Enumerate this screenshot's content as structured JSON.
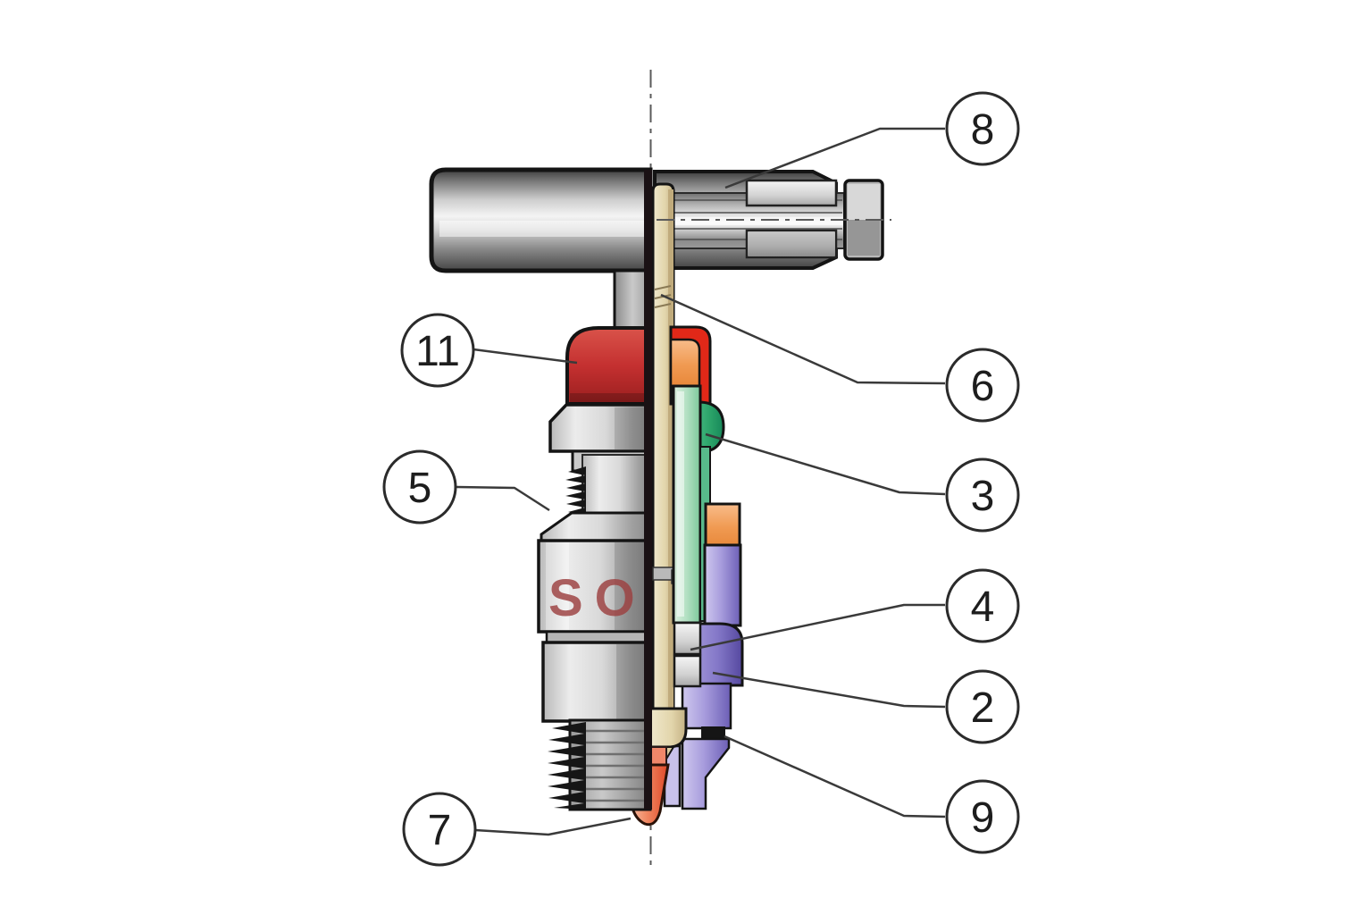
{
  "figure": {
    "kind": "technical-sectional-diagram",
    "description": "Cross-section illustration of a lubrication/valve fitting: left half external view, right half cutaway view, with numbered part callouts",
    "brand_text": "SO"
  },
  "callouts": [
    {
      "label": "8",
      "points_to": "handle-sleeve"
    },
    {
      "label": "6",
      "points_to": "spindle-stem"
    },
    {
      "label": "3",
      "points_to": "green-guide-bush"
    },
    {
      "label": "4",
      "points_to": "spring-seat"
    },
    {
      "label": "2",
      "points_to": "purple-lower-housing"
    },
    {
      "label": "9",
      "points_to": "seal-ring"
    },
    {
      "label": "11",
      "points_to": "red-protection-cap"
    },
    {
      "label": "5",
      "points_to": "body-thread"
    },
    {
      "label": "7",
      "points_to": "nozzle-tip"
    }
  ],
  "parts": [
    {
      "name": "t-handle-tube",
      "color": "#ececec"
    },
    {
      "name": "handle-sleeve-section",
      "color": "#cfcfcf"
    },
    {
      "name": "end-hex-nut",
      "color": "#b9b9b9"
    },
    {
      "name": "red-protection-cap",
      "color": "#c22f28"
    },
    {
      "name": "cap-section-shell",
      "color": "#e12818"
    },
    {
      "name": "orange-insert",
      "color": "#f09a52"
    },
    {
      "name": "tan-spindle-stem",
      "color": "#e6dbb4"
    },
    {
      "name": "green-guide-bush",
      "color": "#2aa268"
    },
    {
      "name": "purple-lower-housing",
      "color": "#a89ddd"
    },
    {
      "name": "spring-seat",
      "color": "#d2d2d2"
    },
    {
      "name": "seal-ring",
      "color": "#151515"
    },
    {
      "name": "nozzle-tip-cone",
      "color": "#e85a38"
    },
    {
      "name": "hex-body",
      "color": "#d9d9d9"
    }
  ],
  "colors": {
    "background": "#ffffff",
    "outline": "#141414",
    "leader": "#3a3a3a",
    "centerline": "#5a5a5a",
    "cap_red": "#c22f28",
    "section_red": "#e12818",
    "orange": "#f09a52",
    "stem_tan": "#e6dbb4",
    "green_light": "#b2e0c2",
    "green_dark": "#2aa268",
    "purple": "#a89ddd",
    "purple_dark": "#6c5fb6",
    "silver": "#d2d2d2",
    "seal_black": "#151515",
    "nozzle_red": "#e85a38",
    "brand_red": "#9c4040",
    "section_plane": "#1a1114"
  }
}
